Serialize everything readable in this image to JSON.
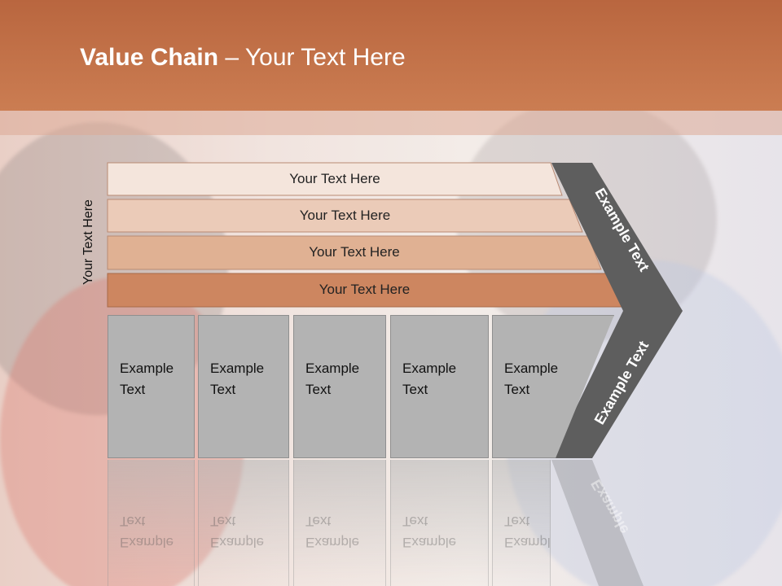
{
  "slide": {
    "title_bold": "Value Chain",
    "title_rest": " – Your Text Here",
    "side_label": "Your Text Here"
  },
  "bars": [
    {
      "label": "Your Text Here",
      "color": "#f4e5dc"
    },
    {
      "label": "Your Text Here",
      "color": "#ebcbb8"
    },
    {
      "label": "Your Text Here",
      "color": "#e0b193"
    },
    {
      "label": "Your Text Here",
      "color": "#cd8660"
    }
  ],
  "boxes": [
    {
      "line1": "Example",
      "line2": "Text"
    },
    {
      "line1": "Example",
      "line2": "Text"
    },
    {
      "line1": "Example",
      "line2": "Text"
    },
    {
      "line1": "Example",
      "line2": "Text"
    },
    {
      "line1": "Example",
      "line2": "Text"
    }
  ],
  "chevron": {
    "top_label": "Example Text",
    "bottom_label": "Example Text",
    "reflection_label": "Example",
    "color": "#5e5e5e"
  },
  "colors": {
    "header": "#c07049",
    "box": "#b3b3b3"
  }
}
